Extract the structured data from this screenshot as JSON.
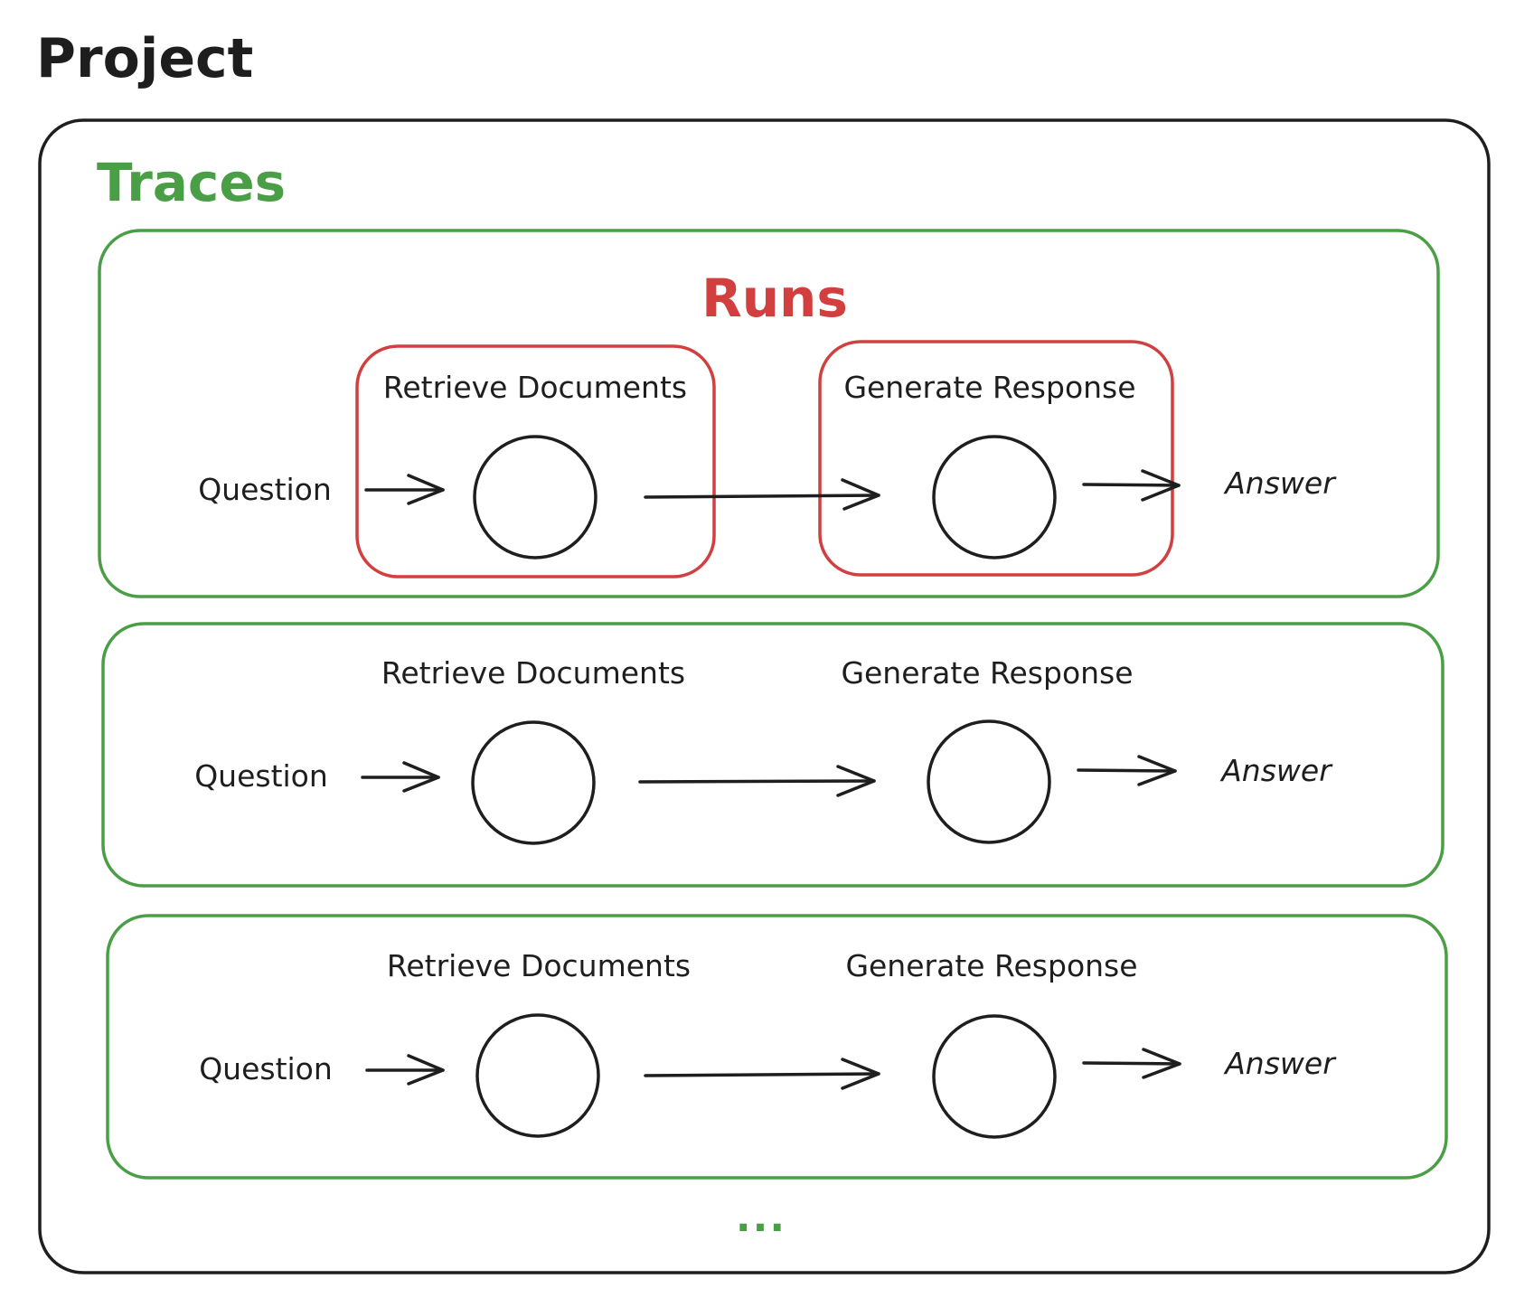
{
  "project": {
    "title": "Project"
  },
  "traces": {
    "label": "Traces"
  },
  "runs": {
    "label": "Runs"
  },
  "rows": [
    {
      "step1": "Retrieve Documents",
      "step2": "Generate Response",
      "input": "Question",
      "output": "Answer"
    },
    {
      "step1": "Retrieve Documents",
      "step2": "Generate Response",
      "input": "Question",
      "output": "Answer"
    },
    {
      "step1": "Retrieve Documents",
      "step2": "Generate Response",
      "input": "Question",
      "output": "Answer"
    }
  ],
  "more": {
    "label": "..."
  },
  "colors": {
    "ink": "#1e1e1e",
    "trace_green": "#4a9e45",
    "run_red": "#d13f3f"
  }
}
